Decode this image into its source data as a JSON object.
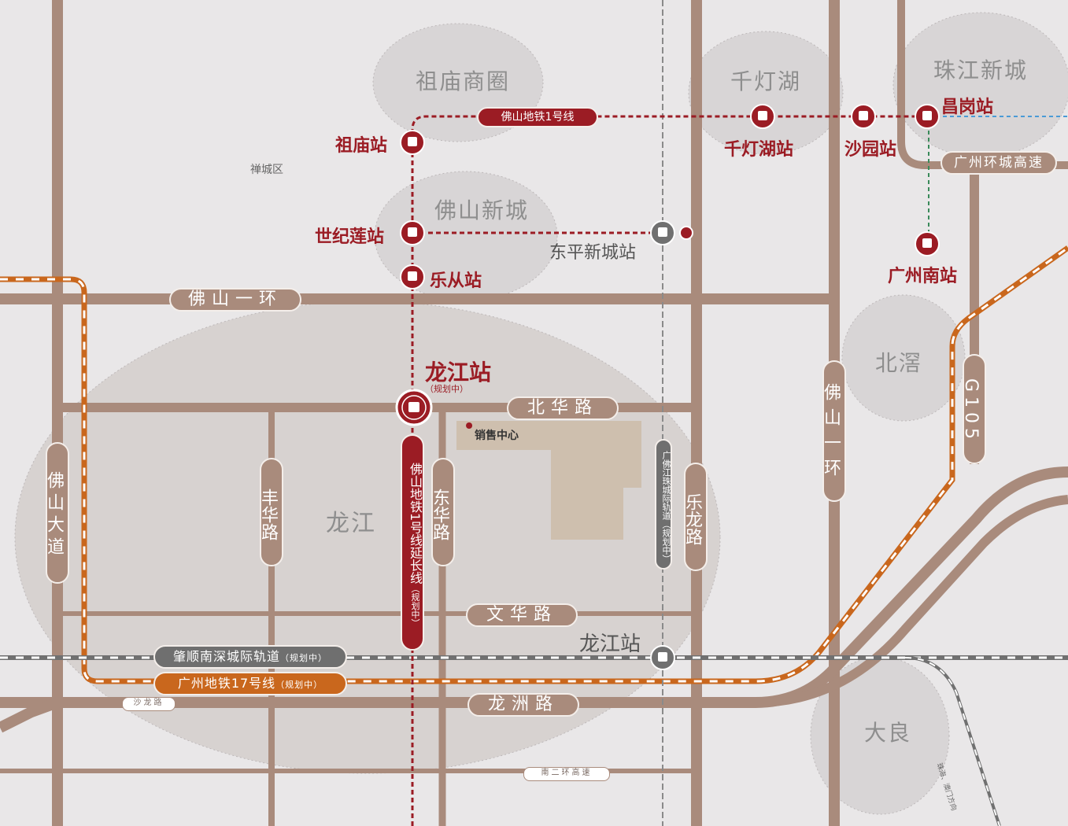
{
  "districts": {
    "zumiao": "祖庙商圈",
    "qiandenghu": "千灯湖",
    "zhujiang": "珠江新城",
    "foshan_new_city": "佛山新城",
    "beijiao": "北滘",
    "longjiang": "龙江",
    "daliang": "大良",
    "chancheng": "禅城区"
  },
  "stations": {
    "zumiao": "祖庙站",
    "shiji_lian": "世纪莲站",
    "lecong": "乐从站",
    "longjiang_main": "龙江站",
    "longjiang_main_note": "（规划中）",
    "qiandenghu": "千灯湖站",
    "shayuan": "沙园站",
    "changgang": "昌岗站",
    "guangzhou_south": "广州南站",
    "dongping": "东平新城站",
    "longjiang_intercity": "龙江站"
  },
  "lines": {
    "metro1": "佛山地铁1号线",
    "metro1_ext": "佛山地铁1号线延长线",
    "metro1_ext_note": "（规划中）",
    "zhaoshun": "肇顺南深城际轨道",
    "zhaoshun_note": "（规划中）",
    "gz17": "广州地铁17号线",
    "gz17_note": "（规划中）",
    "guangfo": "广佛江珠城际轨道（规划中）"
  },
  "roads": {
    "foshan_ring_h": "佛山一环",
    "foshan_ring_v": "佛山一环",
    "gz_ring": "广州环城高速",
    "g105": "G105",
    "beihua": "北华路",
    "fenghua": "丰华路",
    "donghua": "东华路",
    "lelong": "乐龙路",
    "foshan_avenue": "佛山大道",
    "wenhua": "文华路",
    "longzhou": "龙洲路",
    "shalong": "沙龙路",
    "nan2huan": "南二环高速",
    "zhuhai_dir": "珠海、澳门方向"
  },
  "poi": {
    "sales_center": "销售中心"
  },
  "colors": {
    "road": "#a98b7c",
    "metro": "#9b1c24",
    "orange": "#c9671d",
    "grey_line": "#707070",
    "bg": "#e9e7e8",
    "zone": "#d9d4d2",
    "site": "#cdbfae"
  }
}
